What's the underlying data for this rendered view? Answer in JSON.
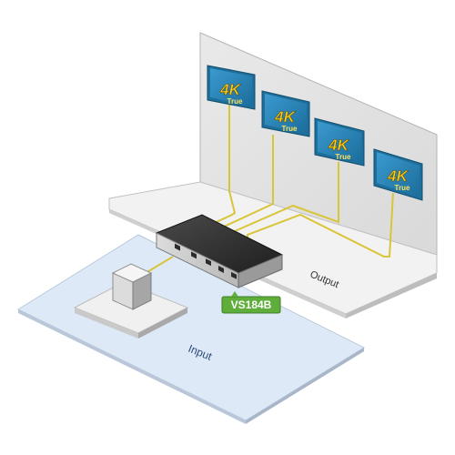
{
  "diagram": {
    "output_label": "Output",
    "input_label": "Input",
    "device_model": "VS184B",
    "displays": [
      {
        "main": "4K",
        "sub": "True",
        "icon": "4k-true-logo"
      },
      {
        "main": "4K",
        "sub": "True",
        "icon": "4k-true-logo"
      },
      {
        "main": "4K",
        "sub": "True",
        "icon": "4k-true-logo"
      },
      {
        "main": "4K",
        "sub": "True",
        "icon": "4k-true-logo"
      }
    ],
    "colors": {
      "cable": "#d8c53a",
      "model_badge": "#5fae3c",
      "display_frame": "#1e6f9a",
      "input_floor": "#dde9f7",
      "output_floor": "#f1f1f1"
    }
  }
}
